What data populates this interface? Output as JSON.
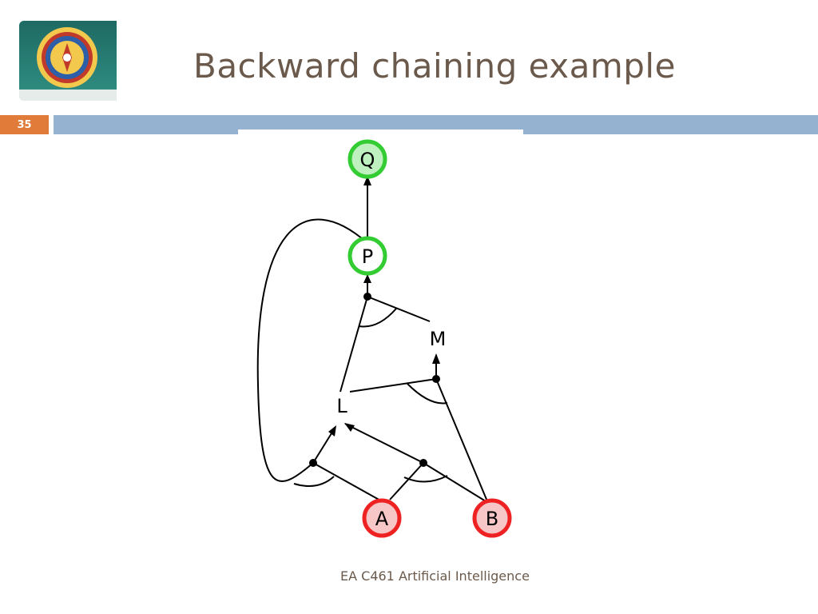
{
  "slide": {
    "title": "Backward chaining example",
    "number": "35",
    "footer": "EA C461 Artificial Intelligence"
  },
  "diagram": {
    "nodes": {
      "Q": "Q",
      "P": "P",
      "M": "M",
      "L": "L",
      "A": "A",
      "B": "B"
    },
    "colors": {
      "proved": "#33cc33",
      "proved_fill": "#bff0bf",
      "fact": "#ee2222",
      "fact_fill": "#f7c6c6",
      "edge": "#000000"
    }
  }
}
